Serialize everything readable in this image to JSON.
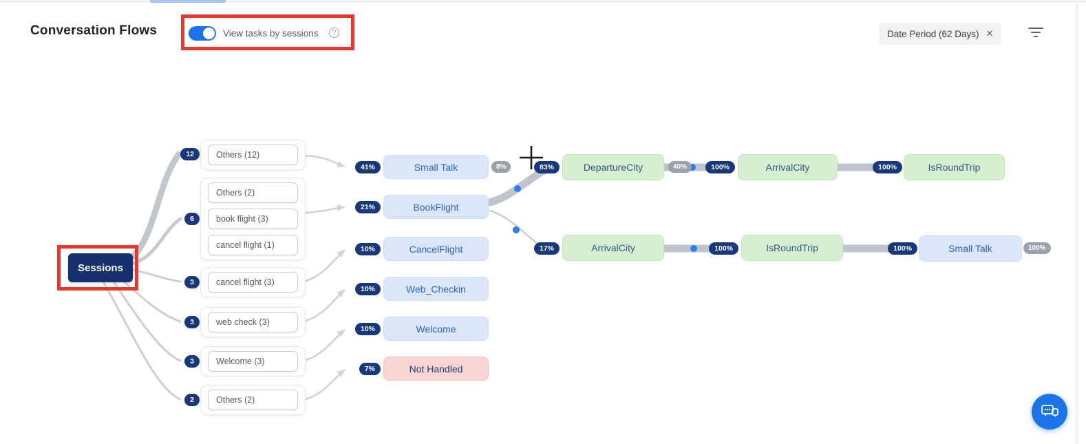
{
  "header": {
    "title": "Conversation Flows",
    "toggle": {
      "label": "View tasks by sessions",
      "state": "on"
    },
    "icons": {
      "help": "?",
      "close": "✕"
    },
    "date_filter_chip": "Date Period (62 Days)"
  },
  "flow": {
    "root_label": "Sessions",
    "groups": [
      {
        "badge": "12",
        "items": [
          "Others (12)"
        ]
      },
      {
        "badge": "6",
        "items": [
          "Others (2)",
          "book flight (3)",
          "cancel flight (1)"
        ]
      },
      {
        "badge": "3",
        "items": [
          "cancel flight (3)"
        ]
      },
      {
        "badge": "3",
        "items": [
          "web check (3)"
        ]
      },
      {
        "badge": "3",
        "items": [
          "Welcome (3)"
        ]
      },
      {
        "badge": "2",
        "items": [
          "Others (2)"
        ]
      }
    ],
    "tasks": [
      {
        "pct": "41%",
        "label": "Small Talk",
        "trail": "8%"
      },
      {
        "pct": "21%",
        "label": "BookFlight"
      },
      {
        "pct": "10%",
        "label": "CancelFlight"
      },
      {
        "pct": "10%",
        "label": "Web_Checkin"
      },
      {
        "pct": "10%",
        "label": "Welcome"
      },
      {
        "pct": "7%",
        "label": "Not Handled"
      }
    ],
    "branch_row1": [
      {
        "pct": "83%",
        "label": "DepartureCity",
        "trail": "40%"
      },
      {
        "pct": "100%",
        "label": "ArrivalCity"
      },
      {
        "pct": "100%",
        "label": "IsRoundTrip"
      }
    ],
    "branch_row2": [
      {
        "pct": "17%",
        "label": "ArrivalCity"
      },
      {
        "pct": "100%",
        "label": "IsRoundTrip"
      },
      {
        "pct": "100%",
        "label": "Small Talk",
        "trail": "100%"
      }
    ]
  },
  "colors": {
    "accent_blue": "#1a73e8",
    "navy": "#17387a",
    "node_blue": "#dbe7f9",
    "node_green": "#d6efd1",
    "node_pink": "#f9d4d3",
    "annotation_red": "#e8372b",
    "connector_gray": "#c2c7cd",
    "dot_blue": "#2e7bf6"
  }
}
